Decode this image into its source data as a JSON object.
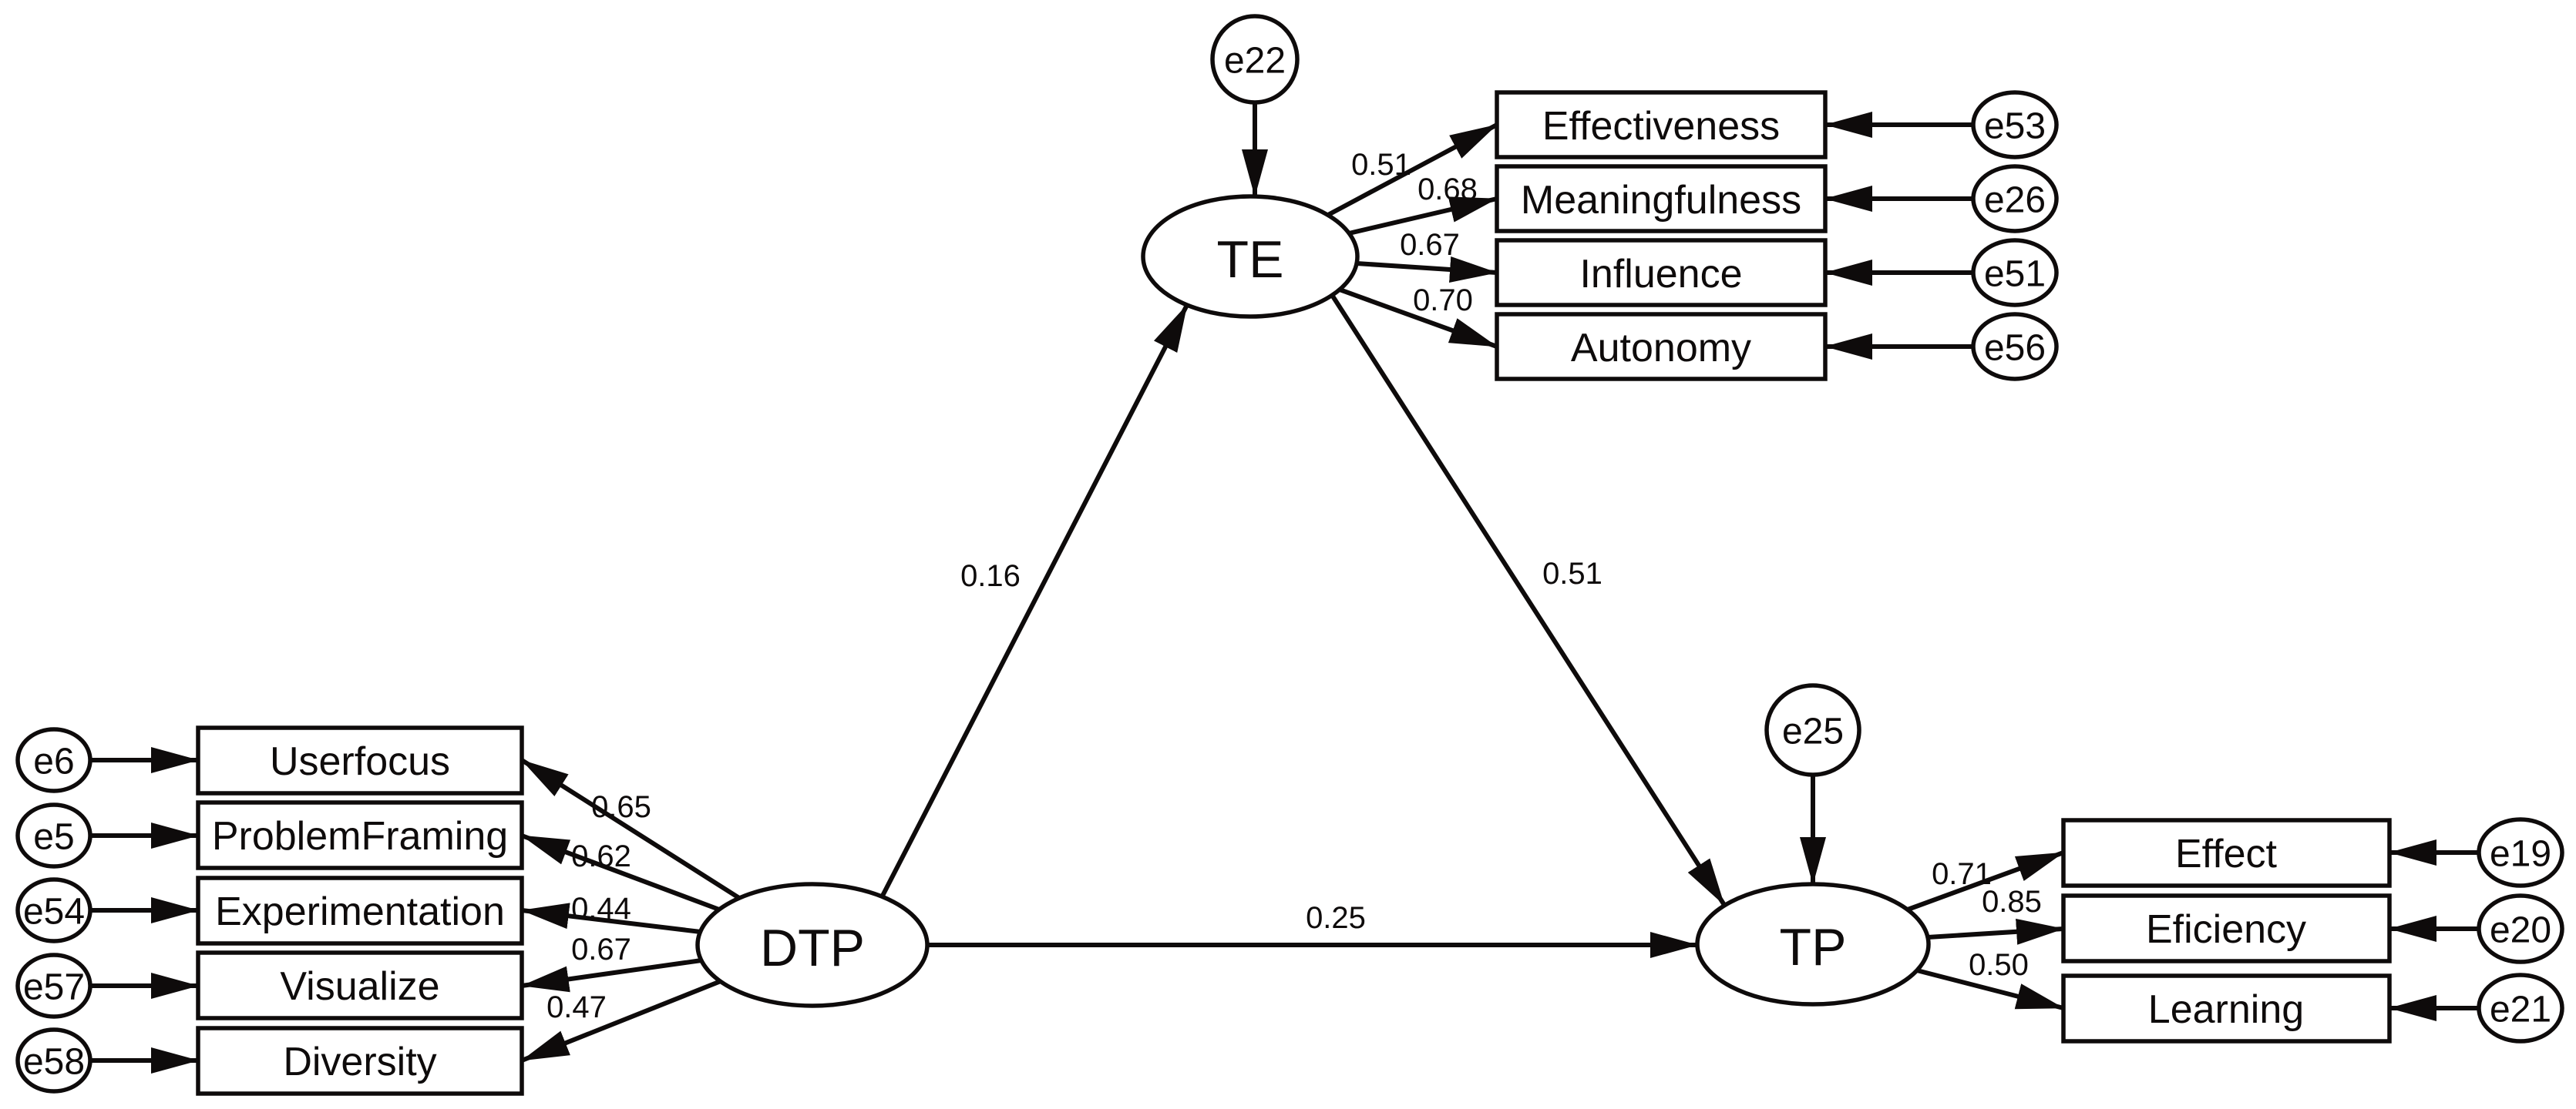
{
  "diagram": {
    "latents": {
      "te": "TE",
      "dtp": "DTP",
      "tp": "TP"
    },
    "structural_errors": {
      "e22": "e22",
      "e25": "e25"
    },
    "te_indicators": [
      {
        "label": "Effectiveness",
        "error": "e53",
        "loading": "0.51"
      },
      {
        "label": "Meaningfulness",
        "error": "e26",
        "loading": "0.68"
      },
      {
        "label": "Influence",
        "error": "e51",
        "loading": "0.67"
      },
      {
        "label": "Autonomy",
        "error": "e56",
        "loading": "0.70"
      }
    ],
    "dtp_indicators": [
      {
        "label": "Userfocus",
        "error": "e6",
        "loading": "0.65"
      },
      {
        "label": "ProblemFraming",
        "error": "e5",
        "loading": "0.62"
      },
      {
        "label": "Experimentation",
        "error": "e54",
        "loading": "0.44"
      },
      {
        "label": "Visualize",
        "error": "e57",
        "loading": "0.67"
      },
      {
        "label": "Diversity",
        "error": "e58",
        "loading": "0.47"
      }
    ],
    "tp_indicators": [
      {
        "label": "Effect",
        "error": "e19",
        "loading": "0.71"
      },
      {
        "label": "Eficiency",
        "error": "e20",
        "loading": "0.85"
      },
      {
        "label": "Learning",
        "error": "e21",
        "loading": "0.50"
      }
    ],
    "paths": [
      {
        "from": "DTP",
        "to": "TE",
        "value": "0.16"
      },
      {
        "from": "TE",
        "to": "TP",
        "value": "0.51"
      },
      {
        "from": "DTP",
        "to": "TP",
        "value": "0.25"
      }
    ],
    "colors": {
      "ink": "#0e0b0b",
      "background": "#ffffff"
    }
  }
}
